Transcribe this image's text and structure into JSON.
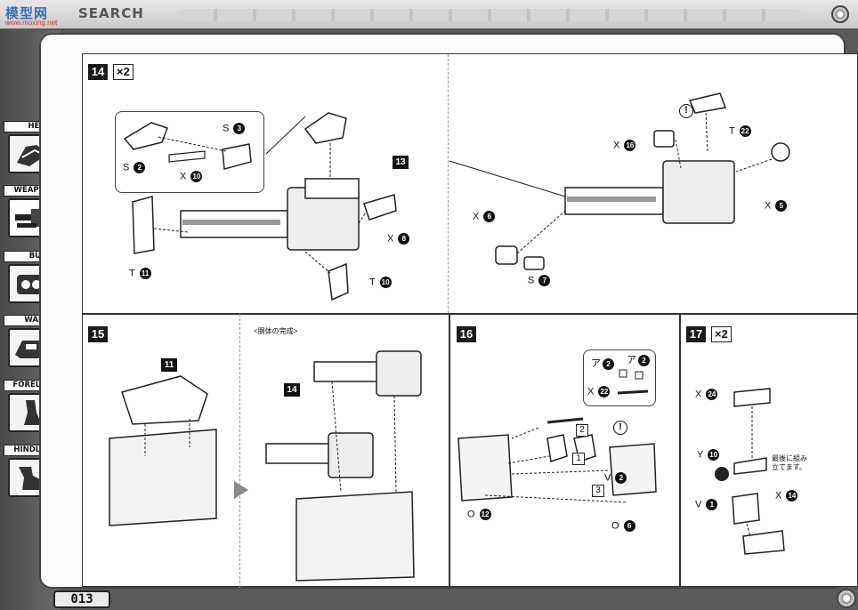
{
  "header": {
    "brand": "模型网",
    "brand_sub": "www.moxing.net",
    "search": "SEARCH"
  },
  "sidebar": {
    "items": [
      {
        "label": "HEAD",
        "icon": "head-icon"
      },
      {
        "label": "WEAPON",
        "icon": "weapon-icon"
      },
      {
        "label": "BUST",
        "icon": "bust-icon"
      },
      {
        "label": "WAIST",
        "icon": "waist-icon"
      },
      {
        "label": "FORELEG",
        "icon": "foreleg-icon"
      },
      {
        "label": "HINDLEG",
        "icon": "hindleg-icon"
      }
    ],
    "page_number": "013"
  },
  "steps": {
    "s14": {
      "number": "14",
      "multiplier": "×2",
      "parts_left": [
        {
          "letter": "S",
          "num": "3"
        },
        {
          "letter": "S",
          "num": "2"
        },
        {
          "letter": "X",
          "num": "10"
        },
        {
          "letter": "X",
          "num": "8"
        },
        {
          "letter": "T",
          "num": "11"
        },
        {
          "letter": "T",
          "num": "10"
        }
      ],
      "ref": "13",
      "parts_right": [
        {
          "letter": "T",
          "num": "22"
        },
        {
          "letter": "X",
          "num": "16"
        },
        {
          "letter": "X",
          "num": "5"
        },
        {
          "letter": "X",
          "num": "6"
        },
        {
          "letter": "S",
          "num": "7"
        }
      ],
      "warn": "!"
    },
    "s15": {
      "number": "15",
      "ref_a": "11",
      "ref_b": "14",
      "caption": "<胴体の完成>"
    },
    "s16": {
      "number": "16",
      "parts": [
        {
          "letter": "ア",
          "num": "2"
        },
        {
          "letter": "ア",
          "num": "2"
        },
        {
          "letter": "X",
          "num": "22"
        },
        {
          "letter": "V",
          "num": "2"
        },
        {
          "letter": "O",
          "num": "12"
        },
        {
          "letter": "O",
          "num": "6"
        }
      ],
      "order": [
        "1",
        "2",
        "3"
      ],
      "warn": "!"
    },
    "s17": {
      "number": "17",
      "multiplier": "×2",
      "parts": [
        {
          "letter": "X",
          "num": "24"
        },
        {
          "letter": "Y",
          "num": "10"
        },
        {
          "letter": "V",
          "num": "1"
        },
        {
          "letter": "X",
          "num": "14"
        }
      ],
      "note": "最後に組み立てます。"
    }
  }
}
